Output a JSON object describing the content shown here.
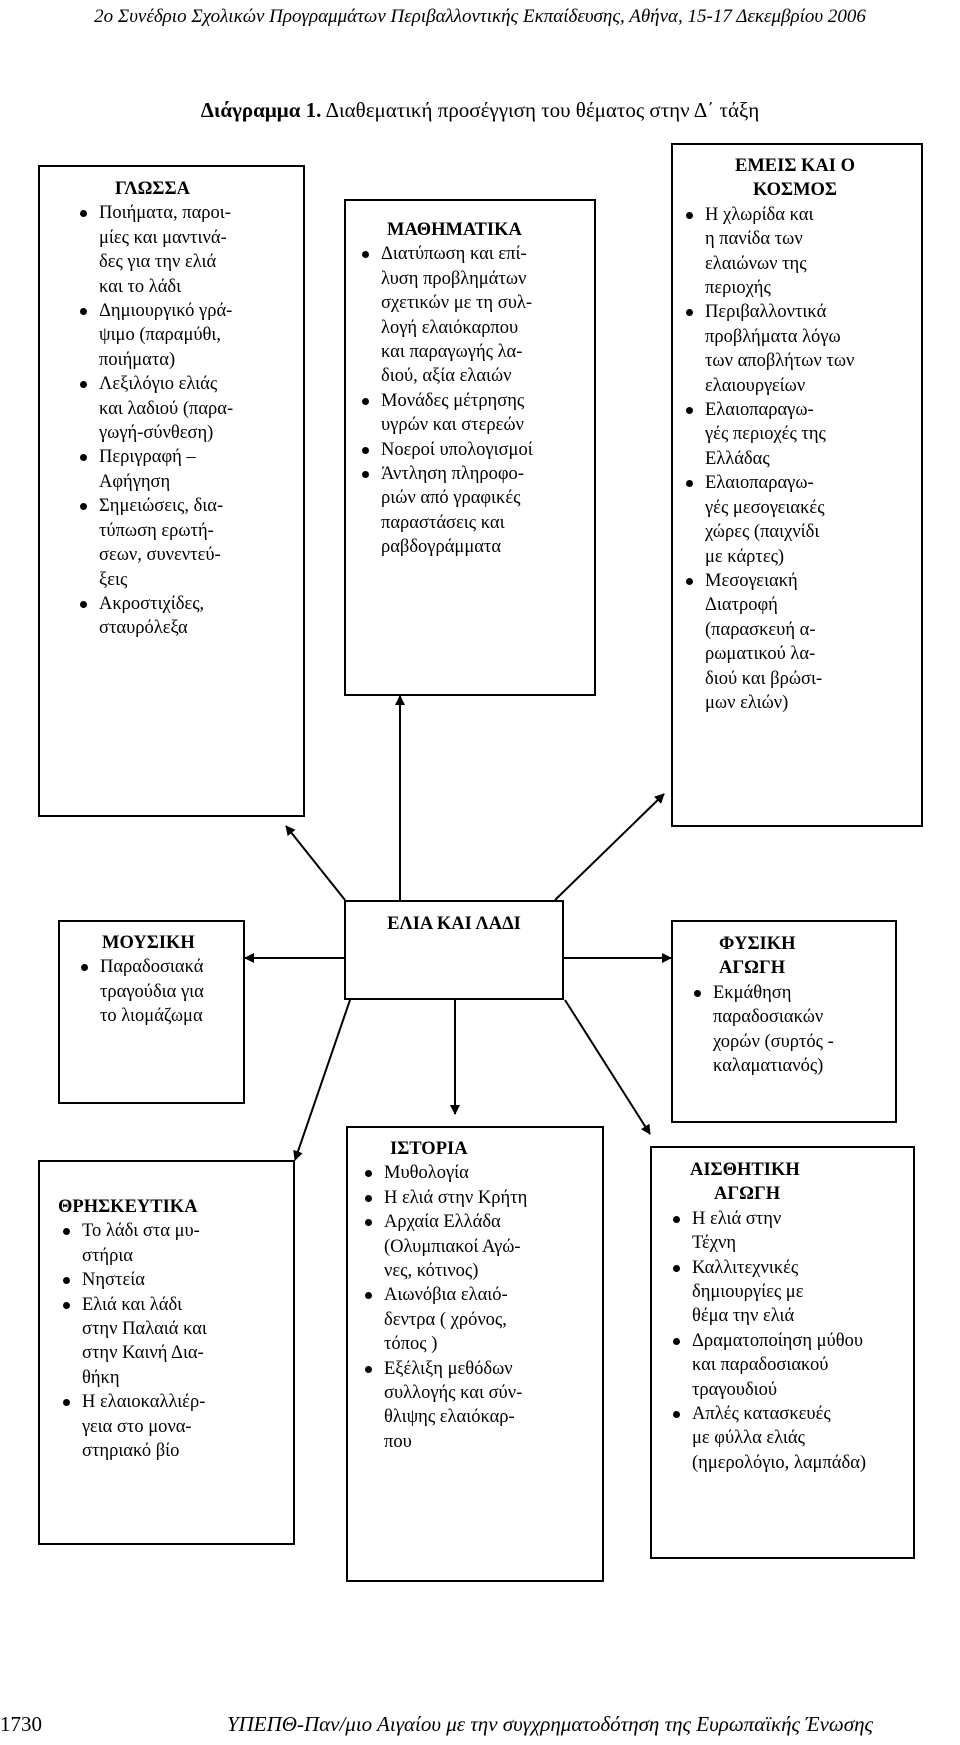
{
  "header": "2ο Συνέδριο Σχολικών Προγραμμάτων Περιβαλλοντικής Εκπαίδευσης, Αθήνα, 15-17 Δεκεμβρίου 2006",
  "title_label": "Διάγραμμα 1.",
  "title_text": " Διαθεματική προσέγγιση του θέματος στην Δ΄ τάξη",
  "center": {
    "title": "ΕΛΙΑ ΚΑΙ ΛΑΔΙ"
  },
  "glossa": {
    "title": "ΓΛΩΣΣΑ",
    "items": [
      [
        "Ποιήματα, παροι-",
        "μίες και μαντινά-",
        "δες για την ελιά",
        "και το λάδι"
      ],
      [
        "Δημιουργικό γρά-",
        "ψιμο (παραμύθι,",
        "ποιήματα)"
      ],
      [
        "Λεξιλόγιο ελιάς",
        "και λαδιού (παρα-",
        "γωγή-σύνθεση)"
      ],
      [
        "Περιγραφή –",
        "Αφήγηση"
      ],
      [
        "Σημειώσεις, δια-",
        "τύπωση ερωτή-",
        "σεων, συνεντεύ-",
        "ξεις"
      ],
      [
        "Ακροστιχίδες,",
        "σταυρόλεξα"
      ]
    ]
  },
  "mathimatika": {
    "title": "ΜΑΘΗΜΑΤΙΚΑ",
    "items": [
      [
        "Διατύπωση και επί-",
        "λυση προβλημάτων",
        "σχετικών με τη συλ-",
        "λογή ελαιόκαρπου",
        "και παραγωγής λα-",
        "διού, αξία ελαιών"
      ],
      [
        "Μονάδες μέτρησης",
        "υγρών και στερεών"
      ],
      [
        "Νοεροί υπολογισμοί"
      ],
      [
        "Άντληση πληροφο-",
        "ριών από γραφικές",
        "παραστάσεις και",
        "ραβδογράμματα"
      ]
    ]
  },
  "emeis": {
    "title_lines": [
      "ΕΜΕΙΣ ΚΑΙ Ο",
      "ΚΟΣΜΟΣ"
    ],
    "items": [
      [
        "Η χλωρίδα και",
        "η πανίδα των",
        "ελαιώνων της",
        "περιοχής"
      ],
      [
        "Περιβαλλοντικά",
        "προβλήματα λόγω",
        "των αποβλήτων των",
        "ελαιουργείων"
      ],
      [
        "Ελαιοπαραγω-",
        "γές περιοχές της",
        "Ελλάδας"
      ],
      [
        "Ελαιοπαραγω-",
        "γές μεσογειακές",
        "χώρες (παιχνίδι",
        "με κάρτες)"
      ],
      [
        "Μεσογειακή",
        "Διατροφή",
        "(παρασκευή α-",
        "ρωματικού λα-",
        "διού και βρώσι-",
        "μων ελιών)"
      ]
    ]
  },
  "mousiki": {
    "title": "ΜΟΥΣΙΚΗ",
    "items": [
      [
        "Παραδοσιακά",
        "τραγούδια για",
        "το λιομάζωμα"
      ]
    ]
  },
  "fysiki": {
    "title_lines": [
      "ΦΥΣΙΚΗ",
      "ΑΓΩΓΗ"
    ],
    "items": [
      [
        "Εκμάθηση",
        "παραδοσιακών",
        "χορών (συρτός -",
        "καλαματιανός)"
      ]
    ]
  },
  "thriskeftika": {
    "title": "ΘΡΗΣΚΕΥΤΙΚΑ",
    "items": [
      [
        "Το λάδι στα μυ-",
        "στήρια"
      ],
      [
        "Νηστεία"
      ],
      [
        "Ελιά και λάδι",
        "στην Παλαιά και",
        "στην Καινή Δια-",
        "θήκη"
      ],
      [
        "Η ελαιοκαλλιέρ-",
        "γεια στο μονα-",
        "στηριακό βίο"
      ]
    ]
  },
  "istoria": {
    "title": "ΙΣΤΟΡΙΑ",
    "items": [
      [
        "Μυθολογία"
      ],
      [
        "Η ελιά στην Κρήτη"
      ],
      [
        "Αρχαία Ελλάδα",
        "(Ολυμπιακοί Αγώ-",
        "νες, κότινος)"
      ],
      [
        "Αιωνόβια ελαιό-",
        "δεντρα ( χρόνος,",
        "τόπος )"
      ],
      [
        "Εξέλιξη μεθόδων",
        "συλλογής και σύν-",
        "θλιψης ελαιόκαρ-",
        "που"
      ]
    ]
  },
  "aisthitiki": {
    "title_lines": [
      "ΑΙΣΘΗΤΙΚΗ",
      "ΑΓΩΓΗ"
    ],
    "items": [
      [
        "Η ελιά στην",
        "Τέχνη"
      ],
      [
        "Καλλιτεχνικές",
        "δημιουργίες με",
        "θέμα την ελιά"
      ],
      [
        "Δραματοποίηση μύθου",
        "και παραδοσιακού",
        "τραγουδιού"
      ],
      [
        "Απλές κατασκευές",
        "με φύλλα ελιάς",
        "(ημερολόγιο, λαμπάδα)"
      ]
    ]
  },
  "footer": {
    "page_number": "1730",
    "text": "ΥΠΕΠΘ-Παν/μιο Αιγαίου με την συγχρηματοδότηση της Ευρωπαϊκής Ένωσης"
  }
}
